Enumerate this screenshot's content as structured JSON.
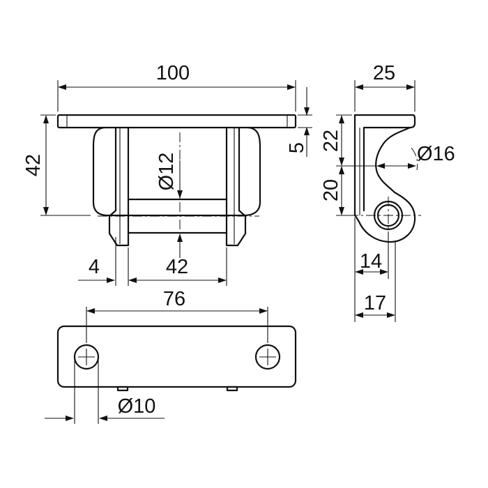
{
  "drawing": {
    "front_view": {
      "width_label": "100",
      "height_label": "42",
      "plate_thickness_label": "5",
      "pin_diameter_label": "Ø12",
      "lug_thickness_label": "4",
      "lug_spacing_label": "42"
    },
    "side_view": {
      "depth_label": "25",
      "upper_height_label": "22",
      "lower_height_label": "20",
      "pin_eye_diameter_label": "Ø16",
      "eye_center_label": "14",
      "eye_outer_label": "17"
    },
    "plan_view": {
      "hole_spacing_label": "76",
      "hole_diameter_label": "Ø10"
    }
  }
}
